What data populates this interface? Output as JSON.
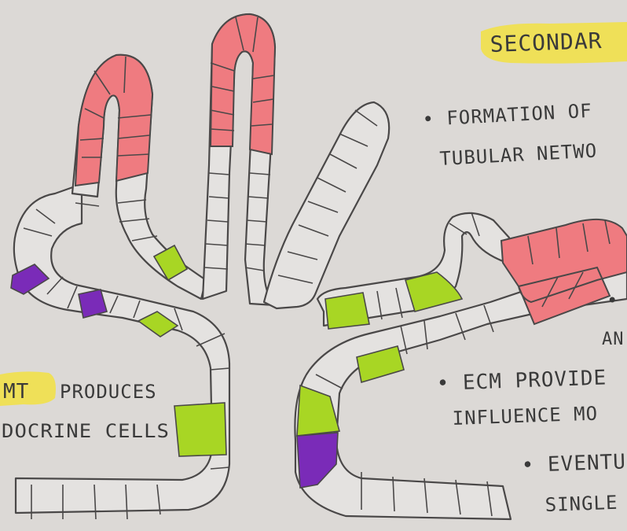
{
  "colors": {
    "paper": "#dcd9d6",
    "highlight": "#f1e04a",
    "red": "#ef7b80",
    "green": "#a8d624",
    "purple": "#7a2bb8",
    "ink": "#3a3a3a"
  },
  "labels": {
    "heading": "SECONDAR",
    "formation_line1": "• FORMATION OF",
    "formation_line2": "TUBULAR NETWO",
    "bullet_partial": "•",
    "an_partial": "AN",
    "ecm_line1": "• ECM PROVIDE",
    "ecm_line2": "INFLUENCE MO",
    "eventu_line1": "• EVENTU",
    "eventu_line2": "SINGLE",
    "mt_highlight": "MT",
    "produces": "PRODUCES",
    "endocrine": "DOCRINE CELLS"
  }
}
